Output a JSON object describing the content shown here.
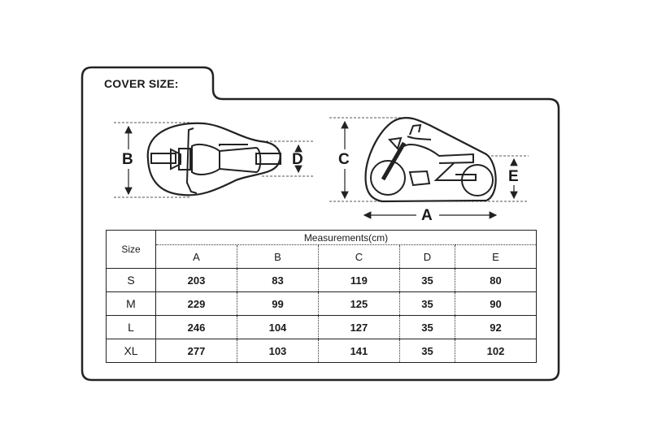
{
  "title": "COVER SIZE:",
  "diagram_labels": {
    "top_width": "B",
    "top_rear": "D",
    "side_height": "C",
    "side_rear": "E",
    "side_length": "A"
  },
  "table": {
    "size_header": "Size",
    "group_header": "Measurements(cm)",
    "columns": [
      "A",
      "B",
      "C",
      "D",
      "E"
    ],
    "rows": [
      {
        "size": "S",
        "values": [
          "203",
          "83",
          "119",
          "35",
          "80"
        ]
      },
      {
        "size": "M",
        "values": [
          "229",
          "99",
          "125",
          "35",
          "90"
        ]
      },
      {
        "size": "L",
        "values": [
          "246",
          "104",
          "127",
          "35",
          "92"
        ]
      },
      {
        "size": "XL",
        "values": [
          "277",
          "103",
          "141",
          "35",
          "102"
        ]
      }
    ]
  }
}
